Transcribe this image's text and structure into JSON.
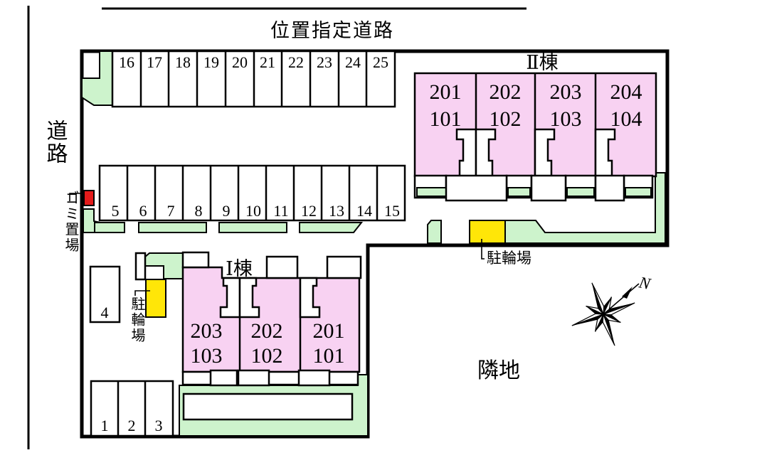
{
  "colors": {
    "pink": "#F8D2F2",
    "green": "#CDF3CC",
    "yellow": "#FFE608",
    "red": "#E41B1B"
  },
  "labels": {
    "top_road": "位置指定道路",
    "left_road": "道路",
    "adjacent_land": "隣地",
    "garbage_area": "ゴミ置場",
    "north_mark": "N"
  },
  "building_2": {
    "name": "Ⅱ棟",
    "bicycle_label": "駐輪場",
    "units": [
      {
        "upper": "201",
        "lower": "101"
      },
      {
        "upper": "202",
        "lower": "102"
      },
      {
        "upper": "203",
        "lower": "103"
      },
      {
        "upper": "204",
        "lower": "104"
      }
    ]
  },
  "building_1": {
    "name": "Ⅰ棟",
    "bicycle_label": "駐輪場",
    "units": [
      {
        "upper": "203",
        "lower": "103"
      },
      {
        "upper": "202",
        "lower": "102"
      },
      {
        "upper": "201",
        "lower": "101"
      }
    ]
  },
  "parking": {
    "top_row": [
      "16",
      "17",
      "18",
      "19",
      "20",
      "21",
      "22",
      "23",
      "24",
      "25"
    ],
    "middle_row": [
      "5",
      "6",
      "7",
      "8",
      "9",
      "10",
      "11",
      "12",
      "13",
      "14",
      "15"
    ],
    "single": [
      "4"
    ],
    "bottom_row": [
      "1",
      "2",
      "3"
    ]
  }
}
